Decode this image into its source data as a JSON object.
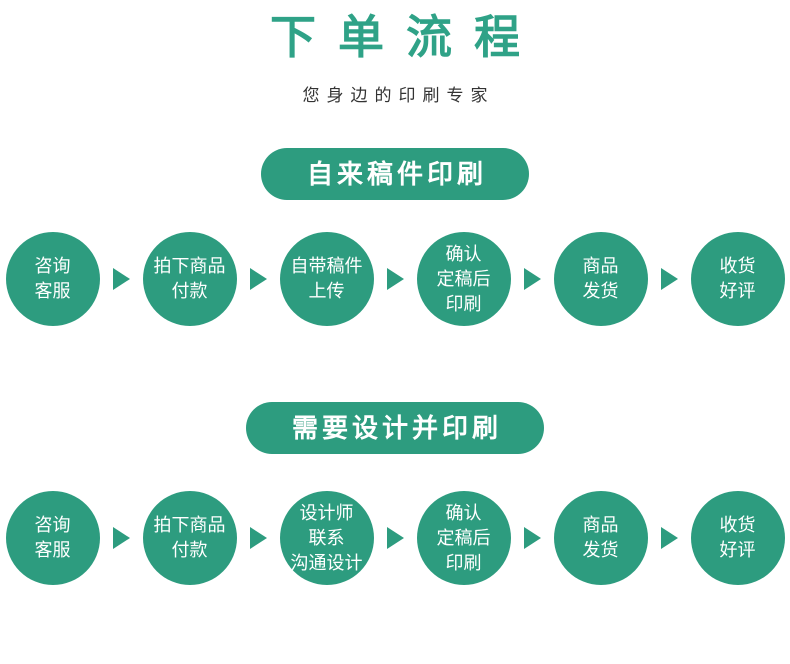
{
  "page": {
    "title": "下单流程",
    "subtitle": "您身边的印刷专家"
  },
  "colors": {
    "accent_green": "#2d9c7f",
    "title_green": "#2fa287",
    "subtitle_text": "#333333",
    "background": "#ffffff",
    "circle_text": "#ffffff"
  },
  "icons": {
    "step_arrow": "right-triangle-arrow"
  },
  "flows": [
    {
      "banner": "自来稿件印刷",
      "steps": [
        "咨询\n客服",
        "拍下商品\n付款",
        "自带稿件\n上传",
        "确认\n定稿后\n印刷",
        "商品\n发货",
        "收货\n好评"
      ]
    },
    {
      "banner": "需要设计并印刷",
      "steps": [
        "咨询\n客服",
        "拍下商品\n付款",
        "设计师\n联系\n沟通设计",
        "确认\n定稿后\n印刷",
        "商品\n发货",
        "收货\n好评"
      ]
    }
  ]
}
